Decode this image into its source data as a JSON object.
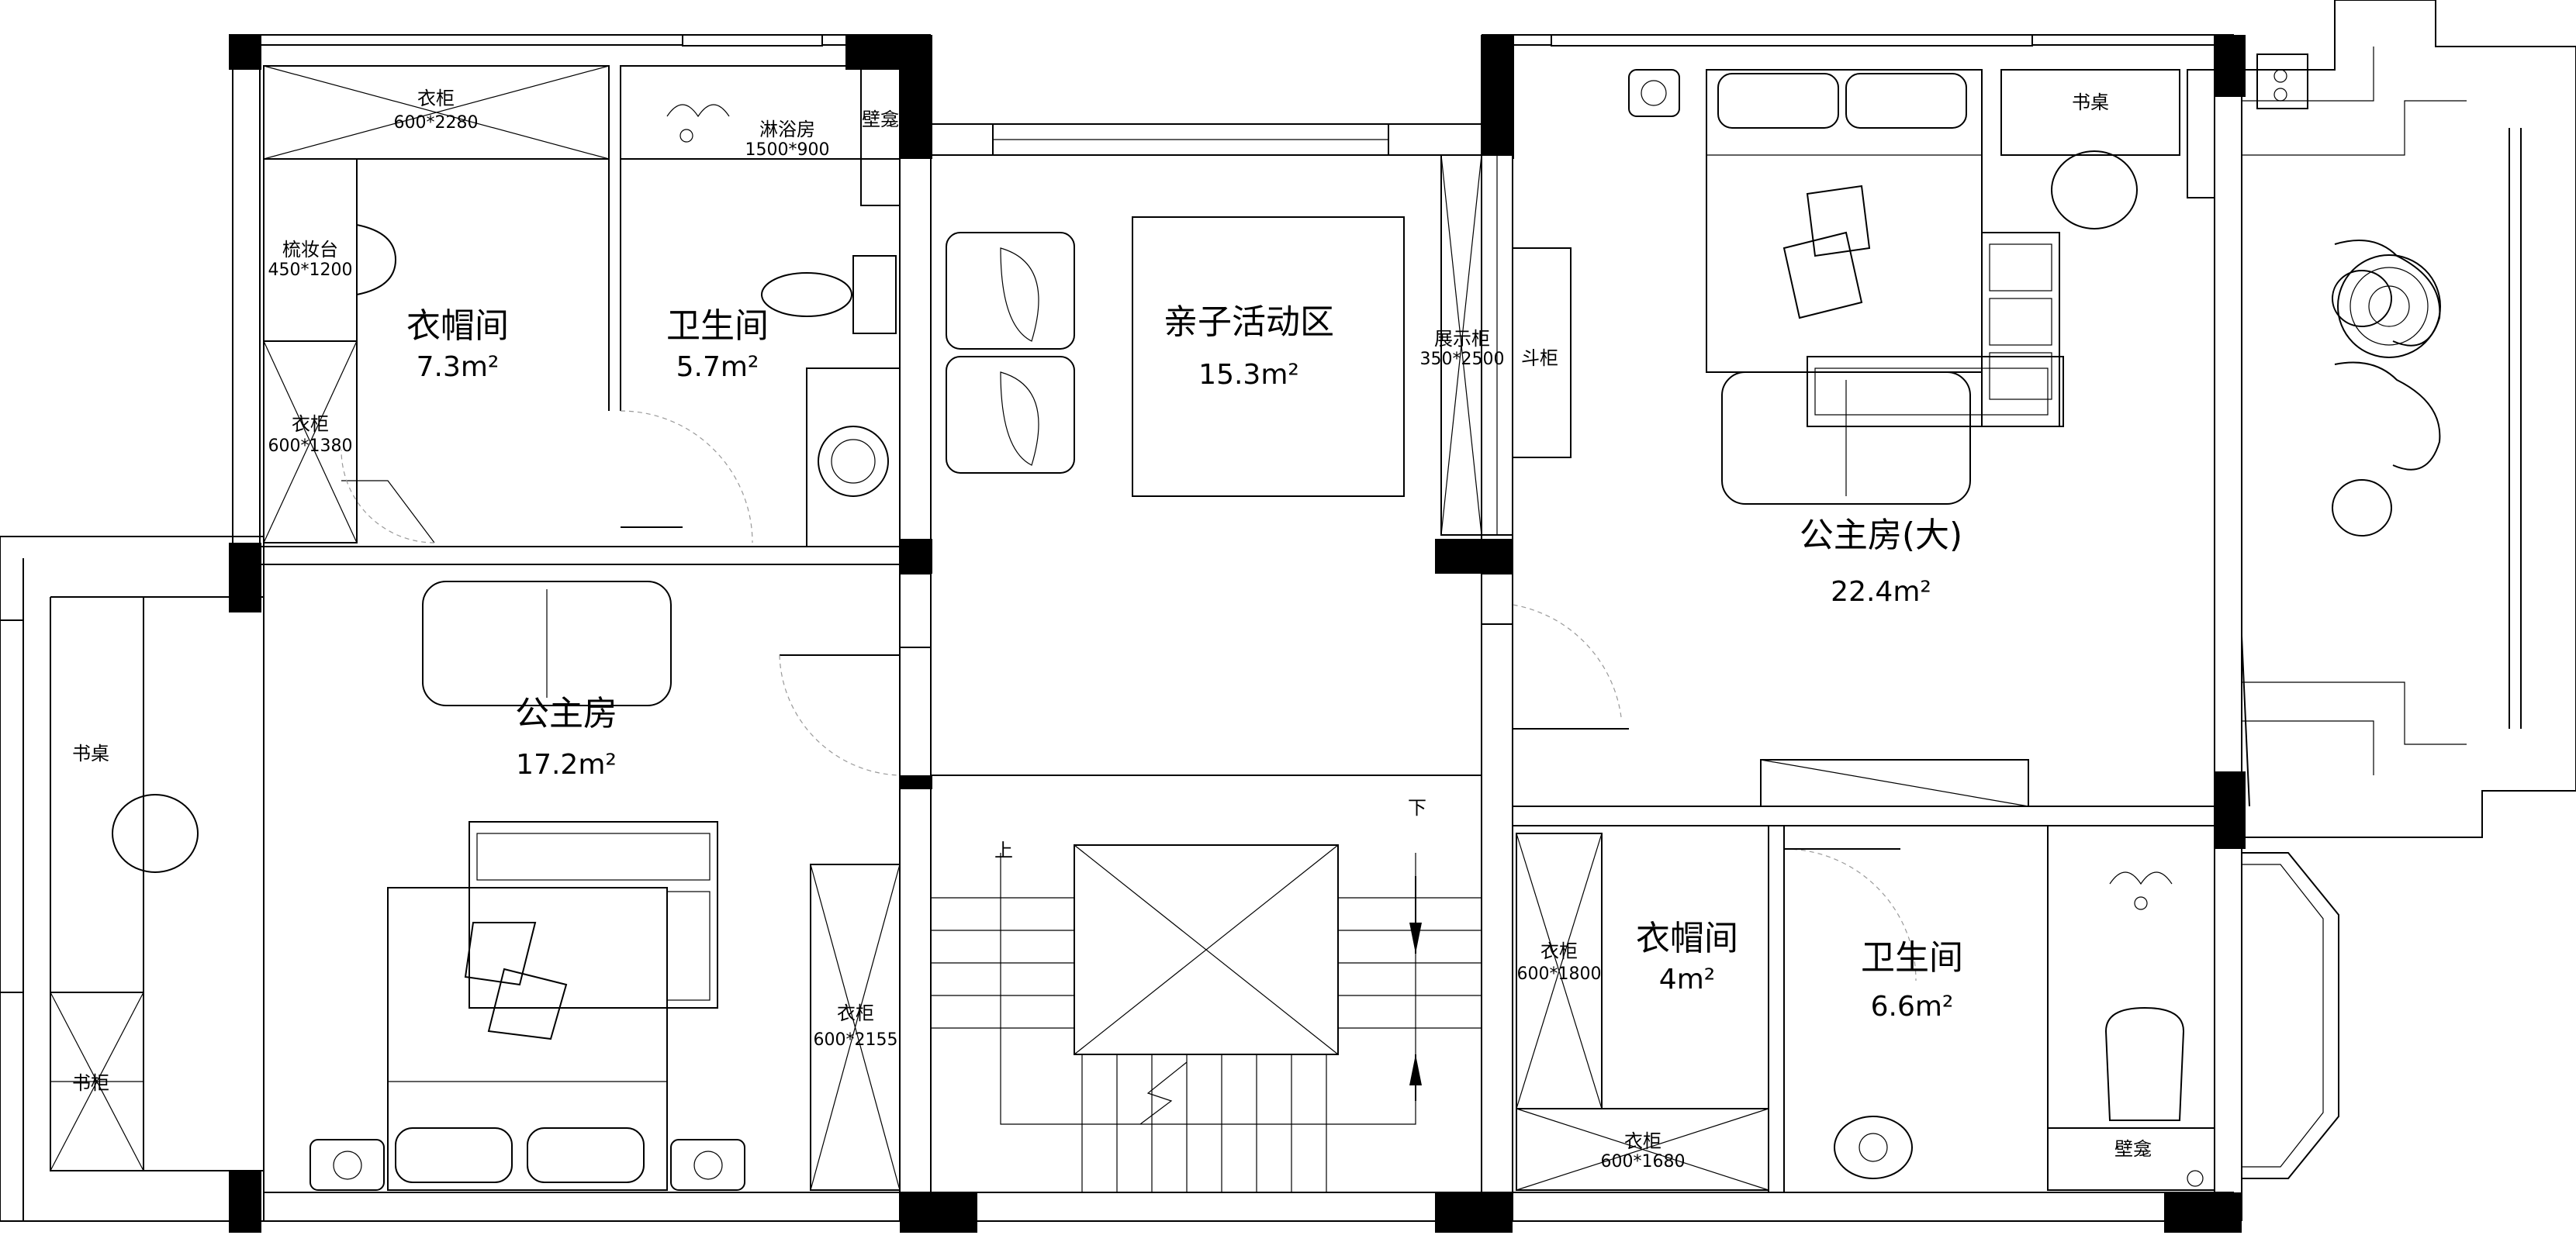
{
  "rooms": {
    "cloakroom_left": {
      "name": "衣帽间",
      "area": "7.3m²"
    },
    "bath_left": {
      "name": "卫生间",
      "area": "5.7m²"
    },
    "activity": {
      "name": "亲子活动区",
      "area": "15.3m²"
    },
    "princess_big": {
      "name": "公主房(大)",
      "area": "22.4m²"
    },
    "princess": {
      "name": "公主房",
      "area": "17.2m²"
    },
    "cloakroom_right": {
      "name": "衣帽间",
      "area": "4m²"
    },
    "bath_right": {
      "name": "卫生间",
      "area": "6.6m²"
    }
  },
  "fixtures": {
    "wardrobe_top": {
      "name": "衣柜",
      "dim": "600*2280"
    },
    "shower": {
      "name": "淋浴房",
      "dim": "1500*900"
    },
    "niche_left": {
      "name": "壁龛"
    },
    "dresser": {
      "name": "梳妆台",
      "dim": "450*1200"
    },
    "wardrobe_left": {
      "name": "衣柜",
      "dim": "600*1380"
    },
    "display_cabinet": {
      "name": "展示柜",
      "dim": "350*2500"
    },
    "chest": {
      "name": "斗柜"
    },
    "desk_top": {
      "name": "书桌"
    },
    "desk_left": {
      "name": "书桌"
    },
    "bookcase": {
      "name": "书柜"
    },
    "wardrobe_mid": {
      "name": "衣柜",
      "dim": "600*2155"
    },
    "wardrobe_right": {
      "name": "衣柜",
      "dim": "600*1800"
    },
    "wardrobe_bottom": {
      "name": "衣柜",
      "dim": "600*1680"
    },
    "niche_right": {
      "name": "壁龛"
    }
  },
  "stairs": {
    "up": "上",
    "down": "下"
  }
}
